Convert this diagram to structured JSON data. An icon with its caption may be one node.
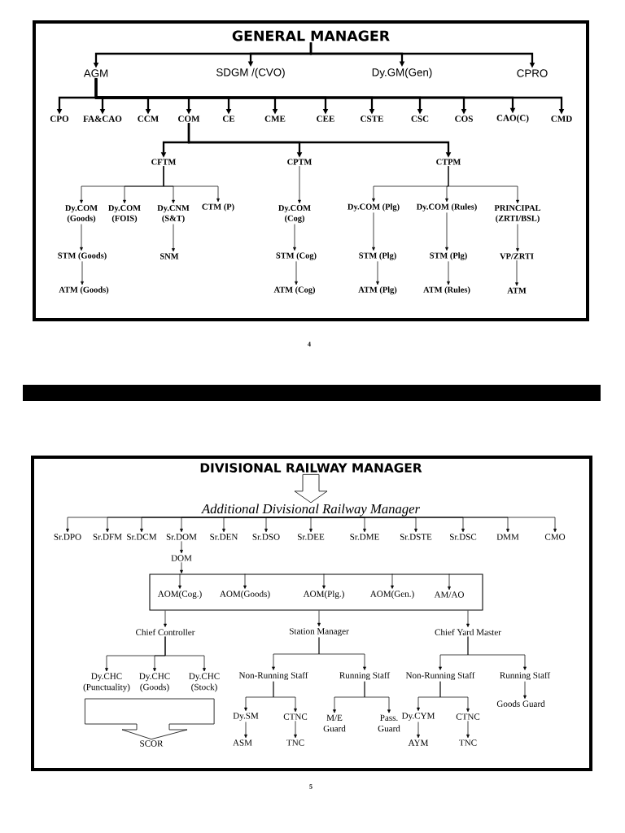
{
  "diagram": {
    "nodes": [
      {
        "text": [
          "GENERAL MANAGER"
        ]
      },
      {
        "text": [
          "AGM"
        ]
      },
      {
        "text": [
          "SDGM /(CVO)"
        ]
      },
      {
        "text": [
          "Dy.GM(Gen)"
        ]
      },
      {
        "text": [
          "CPRO"
        ]
      },
      {
        "text": [
          "CPO"
        ]
      },
      {
        "text": [
          "FA&CAO"
        ]
      },
      {
        "text": [
          "CCM"
        ]
      },
      {
        "text": [
          "COM"
        ]
      },
      {
        "text": [
          "CE"
        ]
      },
      {
        "text": [
          "CME"
        ]
      },
      {
        "text": [
          "CEE"
        ]
      },
      {
        "text": [
          "CSTE"
        ]
      },
      {
        "text": [
          "CSC"
        ]
      },
      {
        "text": [
          "COS"
        ]
      },
      {
        "text": [
          "CAO(C)"
        ]
      },
      {
        "text": [
          "CMD"
        ]
      },
      {
        "text": [
          "CFTM"
        ]
      },
      {
        "text": [
          "CPTM"
        ]
      },
      {
        "text": [
          "CTPM"
        ]
      },
      {
        "text": [
          "Dy.COM (Goods)"
        ]
      },
      {
        "text": [
          "Dy.COM (FOIS)"
        ]
      },
      {
        "text": [
          "Dy.CNM (S&T)"
        ]
      },
      {
        "text": [
          "CTM (P)"
        ]
      },
      {
        "text": [
          "Dy.COM (Cog)"
        ]
      },
      {
        "text": [
          "Dy.COM (Plg)"
        ]
      },
      {
        "text": [
          "Dy.COM (Rules)"
        ]
      },
      {
        "text": [
          "PRINCIPAL (ZRTI/BSL)"
        ]
      },
      {
        "text": [
          "STM (Goods)"
        ]
      },
      {
        "text": [
          "SNM"
        ]
      },
      {
        "text": [
          "STM (Cog)"
        ]
      },
      {
        "text": [
          "STM (Plg)"
        ]
      },
      {
        "text": [
          "STM (Plg)"
        ]
      },
      {
        "text": [
          "VP/ZRTI"
        ]
      },
      {
        "text": [
          "ATM (Goods)"
        ]
      },
      {
        "text": [
          "ATM (Cog)"
        ]
      },
      {
        "text": [
          "ATM (Plg)"
        ]
      },
      {
        "text": [
          "ATM (Rules)"
        ]
      },
      {
        "text": [
          "ATM"
        ]
      },
      {
        "text": [
          "DIVISIONAL RAILWAY MANAGER"
        ]
      },
      {
        "text": [
          "Additional Divisional Railway Manager"
        ]
      },
      {
        "text": [
          "Sr.DPO"
        ]
      },
      {
        "text": [
          "Sr.DFM"
        ]
      },
      {
        "text": [
          "Sr.DCM"
        ]
      },
      {
        "text": [
          "Sr.DOM"
        ]
      },
      {
        "text": [
          "Sr.DEN"
        ]
      },
      {
        "text": [
          "Sr.DSO"
        ]
      },
      {
        "text": [
          "Sr.DEE"
        ]
      },
      {
        "text": [
          "Sr.DME"
        ]
      },
      {
        "text": [
          "Sr.DSTE"
        ]
      },
      {
        "text": [
          "Sr.DSC"
        ]
      },
      {
        "text": [
          "DMM"
        ]
      },
      {
        "text": [
          "CMO"
        ]
      },
      {
        "text": [
          "DOM"
        ]
      },
      {
        "text": [],
        "shape": "box"
      },
      {
        "text": [
          "AOM(Cog.)"
        ],
        "in": 54
      },
      {
        "text": [
          "AOM(Goods)"
        ],
        "in": 54
      },
      {
        "text": [
          "AOM(Plg.)"
        ],
        "in": 54
      },
      {
        "text": [
          "AOM(Gen.)"
        ],
        "in": 54
      },
      {
        "text": [
          "AM/AO"
        ],
        "in": 54
      },
      {
        "text": [
          "Chief Controller"
        ]
      },
      {
        "text": [
          "Station Manager"
        ]
      },
      {
        "text": [
          "Chief Yard Master"
        ]
      },
      {
        "text": [
          "Dy.CHC (Punctuality)"
        ]
      },
      {
        "text": [
          "Dy.CHC (Goods)"
        ]
      },
      {
        "text": [
          "Dy.CHC (Stock)"
        ]
      },
      {
        "text": [
          "Non-Running Staff"
        ]
      },
      {
        "text": [
          "Running Staff"
        ]
      },
      {
        "text": [
          "Non-Running Staff"
        ]
      },
      {
        "text": [
          "Running Staff"
        ]
      },
      {
        "text": [
          "Dy.SM"
        ]
      },
      {
        "text": [
          "CTNC"
        ]
      },
      {
        "text": [
          "M/E Guard"
        ]
      },
      {
        "text": [
          "Pass. Guard"
        ]
      },
      {
        "text": [
          "Dy.CYM"
        ]
      },
      {
        "text": [
          "CTNC"
        ]
      },
      {
        "text": [
          "Goods Guard"
        ]
      },
      {
        "text": [
          "SCOR"
        ]
      },
      {
        "text": [
          "ASM"
        ]
      },
      {
        "text": [
          "TNC"
        ]
      },
      {
        "text": [
          "AYM"
        ]
      },
      {
        "text": [
          "TNC"
        ]
      }
    ],
    "edges": [
      {
        "from": 0,
        "to": 1,
        "arrow": "to",
        "style": "thick"
      },
      {
        "from": 0,
        "to": 2,
        "arrow": "to",
        "style": "thick"
      },
      {
        "from": 0,
        "to": 3,
        "arrow": "to",
        "style": "thick"
      },
      {
        "from": 0,
        "to": 4,
        "arrow": "to",
        "style": "thick"
      },
      {
        "from": 1,
        "to": 5,
        "arrow": "to",
        "style": "thick"
      },
      {
        "from": 1,
        "to": 6,
        "arrow": "to",
        "style": "thick"
      },
      {
        "from": 1,
        "to": 7,
        "arrow": "to",
        "style": "thick"
      },
      {
        "from": 1,
        "to": 8,
        "arrow": "to",
        "style": "thick"
      },
      {
        "from": 1,
        "to": 9,
        "arrow": "to",
        "style": "thick"
      },
      {
        "from": 1,
        "to": 10,
        "arrow": "to",
        "style": "thick"
      },
      {
        "from": 1,
        "to": 11,
        "arrow": "to",
        "style": "thick"
      },
      {
        "from": 1,
        "to": 12,
        "arrow": "to",
        "style": "thick"
      },
      {
        "from": 1,
        "to": 13,
        "arrow": "to",
        "style": "thick"
      },
      {
        "from": 1,
        "to": 14,
        "arrow": "to",
        "style": "thick"
      },
      {
        "from": 1,
        "to": 15,
        "arrow": "to",
        "style": "thick"
      },
      {
        "from": 1,
        "to": 16,
        "arrow": "to",
        "style": "thick"
      },
      {
        "from": 8,
        "to": 17,
        "arrow": "to",
        "style": "thick"
      },
      {
        "from": 8,
        "to": 18,
        "arrow": "to",
        "style": "thick"
      },
      {
        "from": 8,
        "to": 19,
        "arrow": "to",
        "style": "thick"
      },
      {
        "from": 17,
        "to": 20,
        "arrow": "to"
      },
      {
        "from": 17,
        "to": 21,
        "arrow": "to"
      },
      {
        "from": 17,
        "to": 22,
        "arrow": "to"
      },
      {
        "from": 17,
        "to": 23,
        "arrow": "to"
      },
      {
        "from": 18,
        "to": 24,
        "arrow": "to"
      },
      {
        "from": 19,
        "to": 25,
        "arrow": "to"
      },
      {
        "from": 19,
        "to": 26,
        "arrow": "to"
      },
      {
        "from": 19,
        "to": 27,
        "arrow": "to"
      },
      {
        "from": 20,
        "to": 28,
        "arrow": "to"
      },
      {
        "from": 22,
        "to": 29,
        "arrow": "to"
      },
      {
        "from": 24,
        "to": 30,
        "arrow": "to"
      },
      {
        "from": 25,
        "to": 31,
        "arrow": "to"
      },
      {
        "from": 26,
        "to": 32,
        "arrow": "to"
      },
      {
        "from": 27,
        "to": 33,
        "arrow": "to"
      },
      {
        "from": 28,
        "to": 34,
        "arrow": "to"
      },
      {
        "from": 30,
        "to": 35,
        "arrow": "to"
      },
      {
        "from": 31,
        "to": 36,
        "arrow": "to"
      },
      {
        "from": 32,
        "to": 37,
        "arrow": "to"
      },
      {
        "from": 33,
        "to": 38,
        "arrow": "to"
      },
      {
        "from": 39,
        "to": 40,
        "arrow": "to"
      },
      {
        "from": 40,
        "to": 41,
        "arrow": "to"
      },
      {
        "from": 40,
        "to": 42,
        "arrow": "to"
      },
      {
        "from": 40,
        "to": 43,
        "arrow": "to"
      },
      {
        "from": 40,
        "to": 44,
        "arrow": "to"
      },
      {
        "from": 40,
        "to": 45,
        "arrow": "to"
      },
      {
        "from": 40,
        "to": 46,
        "arrow": "to"
      },
      {
        "from": 40,
        "to": 47,
        "arrow": "to"
      },
      {
        "from": 40,
        "to": 48,
        "arrow": "to"
      },
      {
        "from": 40,
        "to": 49,
        "arrow": "to"
      },
      {
        "from": 40,
        "to": 50,
        "arrow": "to"
      },
      {
        "from": 40,
        "to": 51,
        "arrow": "to"
      },
      {
        "from": 40,
        "to": 52,
        "arrow": "to"
      },
      {
        "from": 44,
        "to": 53,
        "arrow": "to"
      },
      {
        "from": 53,
        "to": 54,
        "arrow": "to"
      },
      {
        "from": 54,
        "to": 55,
        "arrow": "to"
      },
      {
        "from": 54,
        "to": 56,
        "arrow": "to"
      },
      {
        "from": 54,
        "to": 57,
        "arrow": "to"
      },
      {
        "from": 54,
        "to": 58,
        "arrow": "to"
      },
      {
        "from": 54,
        "to": 59,
        "arrow": "to"
      },
      {
        "from": 54,
        "to": 60,
        "arrow": "to"
      },
      {
        "from": 54,
        "to": 61,
        "arrow": "to"
      },
      {
        "from": 54,
        "to": 62,
        "arrow": "to"
      },
      {
        "from": 60,
        "to": 63,
        "arrow": "to"
      },
      {
        "from": 60,
        "to": 64,
        "arrow": "to"
      },
      {
        "from": 60,
        "to": 65,
        "arrow": "to"
      },
      {
        "from": 61,
        "to": 66,
        "arrow": "to"
      },
      {
        "from": 61,
        "to": 67,
        "arrow": "to"
      },
      {
        "from": 62,
        "to": 68,
        "arrow": "to"
      },
      {
        "from": 62,
        "to": 69,
        "arrow": "to"
      },
      {
        "from": 66,
        "to": 70,
        "arrow": "to"
      },
      {
        "from": 66,
        "to": 71,
        "arrow": "to"
      },
      {
        "from": 67,
        "to": 72,
        "arrow": "to"
      },
      {
        "from": 67,
        "to": 73,
        "arrow": "to"
      },
      {
        "from": 68,
        "to": 74,
        "arrow": "to"
      },
      {
        "from": 68,
        "to": 75,
        "arrow": "to"
      },
      {
        "from": 69,
        "to": 76,
        "arrow": "to"
      },
      {
        "from": 70,
        "to": 78,
        "arrow": "to"
      },
      {
        "from": 71,
        "to": 79,
        "arrow": "to"
      },
      {
        "from": 74,
        "to": 80,
        "arrow": "to"
      },
      {
        "from": 75,
        "to": 81,
        "arrow": "to"
      },
      {
        "from": 63,
        "to": 77,
        "arrow": "to"
      },
      {
        "from": 64,
        "to": 77,
        "arrow": "to"
      },
      {
        "from": 65,
        "to": 77,
        "arrow": "to"
      }
    ],
    "labels": [
      "4",
      "5"
    ]
  }
}
